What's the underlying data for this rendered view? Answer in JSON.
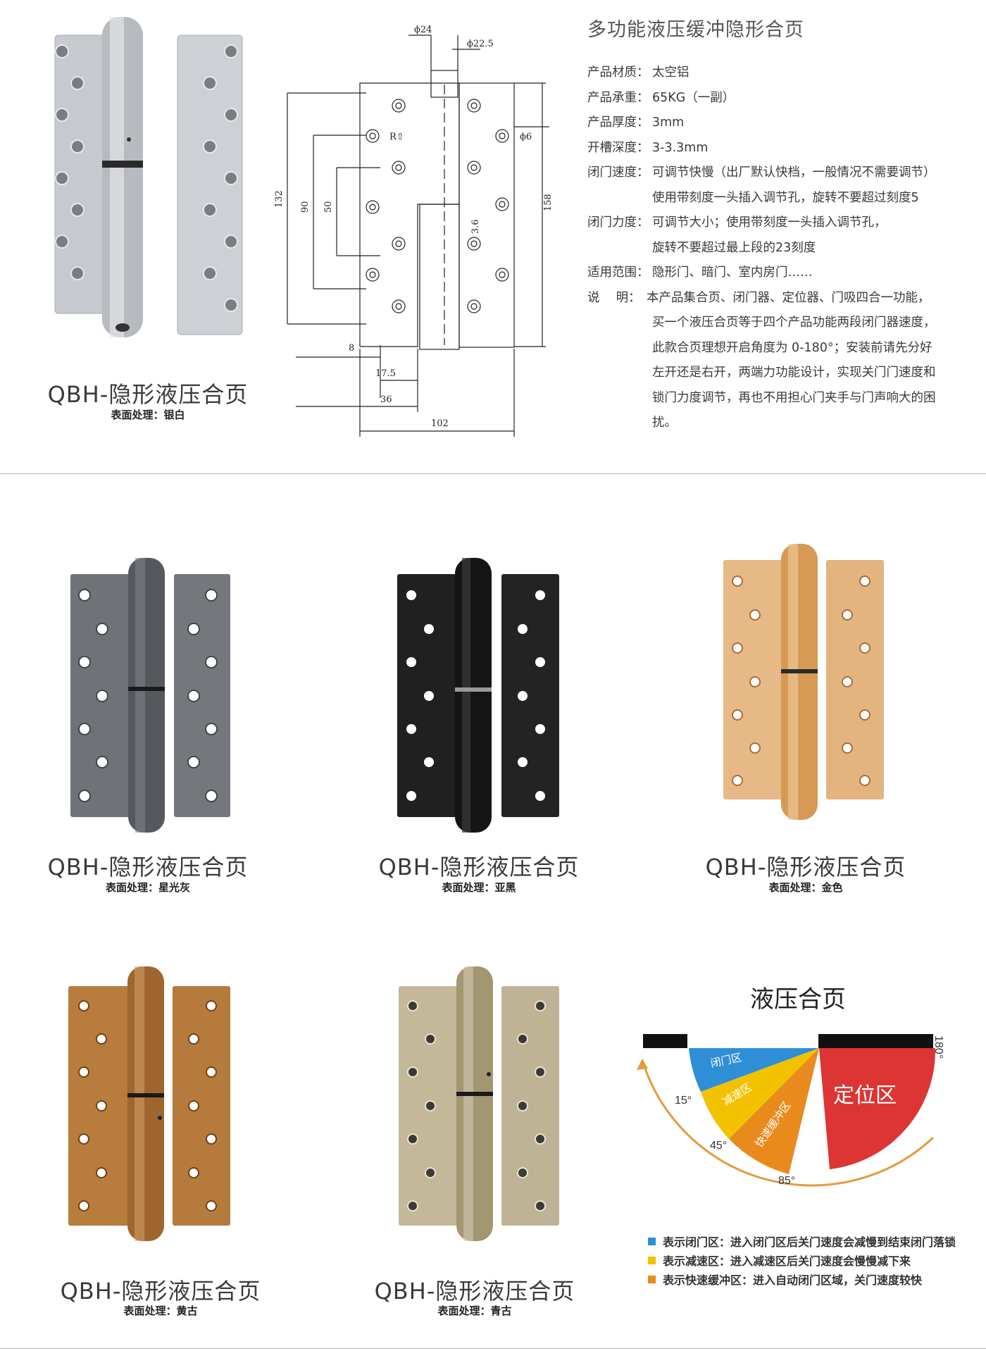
{
  "products": [
    {
      "title": "QBH-隐形液压合页",
      "finish": "表面处理：银白"
    },
    {
      "title": "QBH-隐形液压合页",
      "finish": "表面处理：星光灰"
    },
    {
      "title": "QBH-隐形液压合页",
      "finish": "表面处理：亚黑"
    },
    {
      "title": "QBH-隐形液压合页",
      "finish": "表面处理：金色"
    },
    {
      "title": "QBH-隐形液压合页",
      "finish": "表面处理：黄古"
    },
    {
      "title": "QBH-隐形液压合页",
      "finish": "表面处理：青古"
    }
  ],
  "hinge_colors": {
    "silver": "#c9ccd0",
    "gray": "#6f7378",
    "black": "#232324",
    "gold": "#e2b27a",
    "bronze": "#b67a3c",
    "green_bronze": "#bdb194"
  },
  "drawing": {
    "d24": "ϕ24",
    "d22_5": "ϕ22.5",
    "d6": "ϕ6",
    "r_mark": "R⇧",
    "h132": "132",
    "h90": "90",
    "h50": "50",
    "h158": "158",
    "h3_6": "3.6",
    "w8": "8",
    "w17_5": "17.5",
    "w36": "36",
    "w102": "102"
  },
  "specs": {
    "title": "多功能液压缓冲隐形合页",
    "rows": [
      {
        "label": "产品材质：",
        "value": "太空铝"
      },
      {
        "label": "产品承重：",
        "value": "65KG（一副）"
      },
      {
        "label": "产品厚度：",
        "value": "3mm"
      },
      {
        "label": "开槽深度：",
        "value": "3-3.3mm"
      },
      {
        "label": "闭门速度：",
        "value": "可调节快慢（出厂默认快档，一般情况不需要调节）"
      },
      {
        "label": "",
        "value": "使用带刻度一头插入调节孔，旋转不要超过刻度5"
      },
      {
        "label": "闭门力度：",
        "value": "可调节大小；使用带刻度一头插入调节孔，"
      },
      {
        "label": "",
        "value": "旋转不要超过最上段的23刻度"
      },
      {
        "label": "适用范围：",
        "value": "隐形门、暗门、室内房门……"
      }
    ],
    "note_label": "说　  明：",
    "note_lines": [
      "本产品集合页、闭门器、定位器、门吸四合一功能，",
      "买一个液压合页等于四个产品功能两段闭门器速度，",
      "此款合页理想开启角度为 0-180°；安装前请先分好",
      "左开还是右开，两端力功能设计，实现关门门速度和",
      "锁门力度调节，再也不用担心门夹手与门声响大的困",
      "扰。"
    ]
  },
  "diagram": {
    "title": "液压合页",
    "zone_close": "闭门区",
    "zone_slow": "减速区",
    "zone_buffer": "快速缓冲区",
    "zone_position": "定位区",
    "a15": "15°",
    "a45": "45°",
    "a85": "85°",
    "a180": "180°",
    "colors": {
      "close": "#2f8fd6",
      "slow": "#f2c200",
      "buffer": "#e98a1c",
      "position": "#dd3434",
      "arc": "#e59a3c"
    },
    "legend": [
      {
        "text": "表示闭门区：进入闭门区后关门速度会减慢到结束闭门落锁",
        "color": "#2f8fd6"
      },
      {
        "text": "表示减速区：进入减速区后关门速度会慢慢减下来",
        "color": "#f2c200"
      },
      {
        "text": "表示快速缓冲区：进入自动闭门区域，关门速度较快",
        "color": "#e98a1c"
      }
    ]
  }
}
